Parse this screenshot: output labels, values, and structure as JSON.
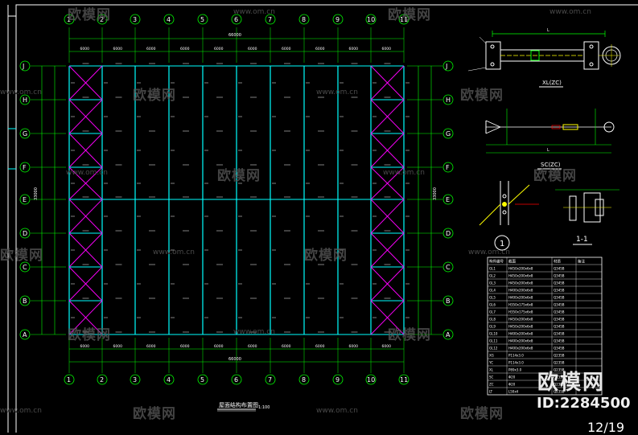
{
  "drawing": {
    "plan_title": "屋面结构布置图",
    "plan_scale": "1:100",
    "detail_xl_title": "XL(ZC)",
    "detail_sc_title": "SC(ZC)",
    "detail_section_1": "1-1",
    "detail_circle_1": "1",
    "overall_length": "66000",
    "overall_width": "33000",
    "top_axis_labels": [
      "1",
      "2",
      "3",
      "4",
      "5",
      "6",
      "7",
      "8",
      "9",
      "10",
      "11"
    ],
    "bottom_axis_labels": [
      "1",
      "2",
      "3",
      "4",
      "5",
      "6",
      "7",
      "8",
      "9",
      "10",
      "11"
    ],
    "side_axis_labels": [
      "J",
      "H",
      "G",
      "F",
      "E",
      "D",
      "C",
      "B",
      "A"
    ],
    "bay_dims": [
      "6000",
      "6000",
      "6000",
      "6000",
      "6000",
      "6000",
      "6000",
      "6000",
      "6000",
      "6000"
    ],
    "table_header": [
      "构件编号",
      "截面",
      "材质",
      "备注"
    ],
    "table_rows": [
      [
        "GL1",
        "H450x200x6x8",
        "Q345B",
        ""
      ],
      [
        "GL2",
        "H450x200x6x8",
        "Q345B",
        ""
      ],
      [
        "GL3",
        "H450x200x6x8",
        "Q345B",
        ""
      ],
      [
        "GL4",
        "H400x200x6x8",
        "Q345B",
        ""
      ],
      [
        "GL5",
        "H400x200x6x8",
        "Q345B",
        ""
      ],
      [
        "GL6",
        "H350x175x6x8",
        "Q345B",
        ""
      ],
      [
        "GL7",
        "H350x175x6x8",
        "Q345B",
        ""
      ],
      [
        "GL8",
        "H450x200x6x8",
        "Q345B",
        ""
      ],
      [
        "GL9",
        "H450x200x6x8",
        "Q345B",
        ""
      ],
      [
        "GL10",
        "H400x200x6x8",
        "Q345B",
        ""
      ],
      [
        "GL11",
        "H400x200x6x8",
        "Q345B",
        ""
      ],
      [
        "GL12",
        "H400x200x6x8",
        "Q345B",
        ""
      ],
      [
        "XG",
        "P114x3.0",
        "Q235B",
        ""
      ],
      [
        "YC",
        "P114x3.0",
        "Q235B",
        ""
      ],
      [
        "XL",
        "P89x3.0",
        "Q235B",
        ""
      ],
      [
        "SC",
        "Φ20",
        "Q235B",
        ""
      ],
      [
        "ZC",
        "Φ20",
        "Q235B",
        ""
      ],
      [
        "LT",
        "L50x4",
        "Q235B",
        ""
      ]
    ]
  },
  "watermarks": {
    "brand_cn": "欧模网",
    "url": "www.om.cn"
  },
  "brand": {
    "logo_text": "欧模网",
    "id_text": "ID:2284500"
  },
  "page": {
    "number": "12/19"
  },
  "colors": {
    "background": "#000000",
    "grid_green": "#00ff00",
    "beam_cyan": "#00ffff",
    "bracing_magenta": "#ff00ff",
    "text_white": "#ffffff",
    "watermark_gray": "#5a5a5a"
  }
}
